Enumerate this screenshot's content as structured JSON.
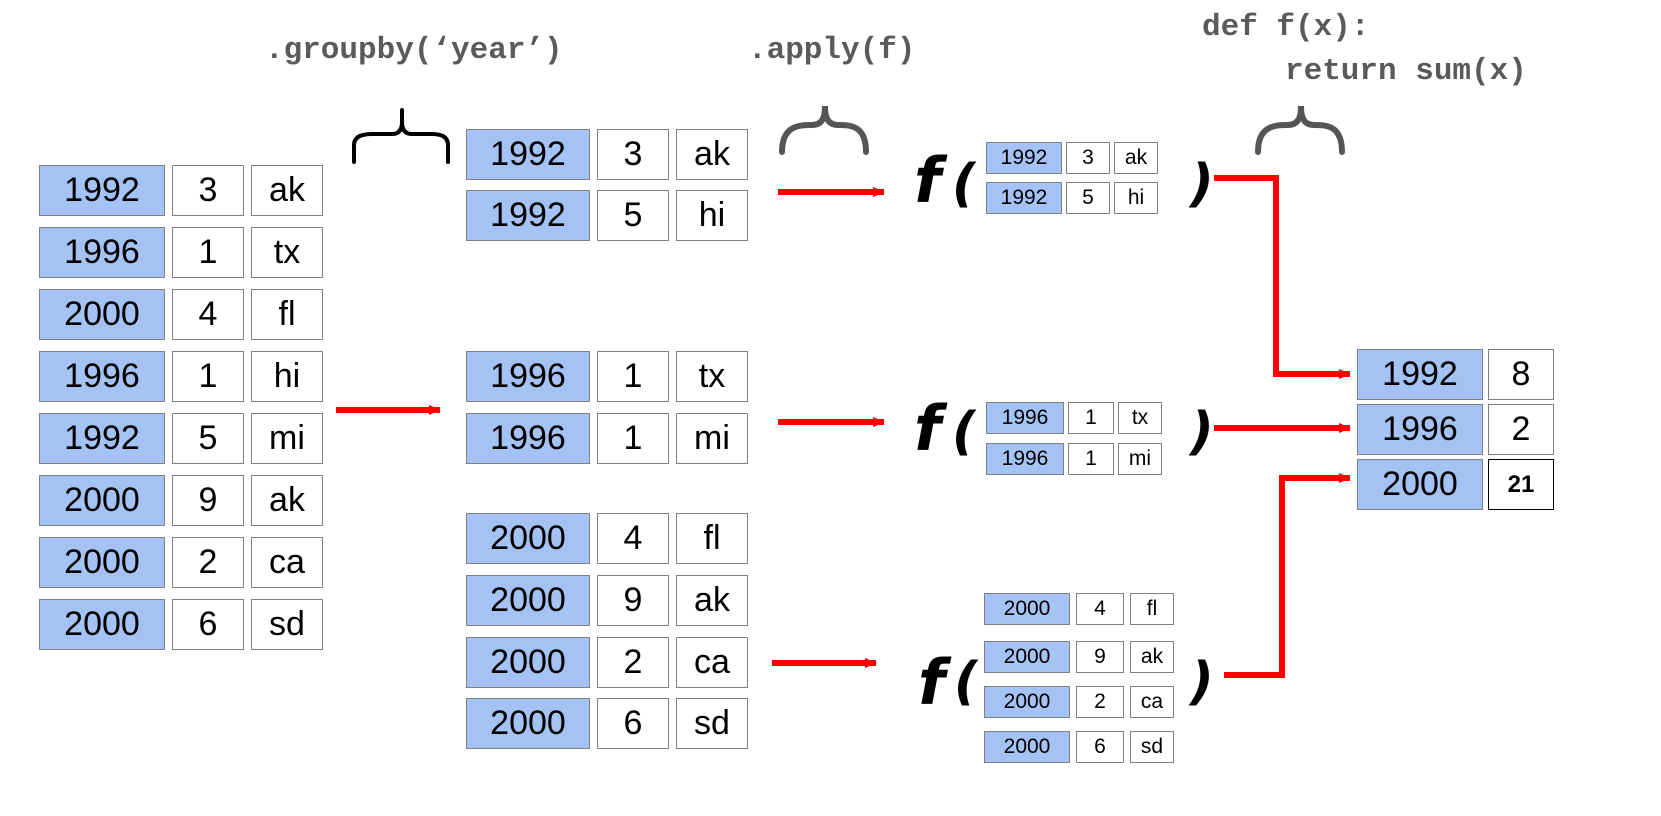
{
  "labels": {
    "groupby": ".groupby(‘year’)",
    "apply": ".apply(f)",
    "def_line1": "def f(x):",
    "def_line2": "return sum(x)",
    "f_symbol": "f",
    "open_paren": "(",
    "close_paren": ")"
  },
  "original_table": [
    [
      "1992",
      "3",
      "ak"
    ],
    [
      "1996",
      "1",
      "tx"
    ],
    [
      "2000",
      "4",
      "fl"
    ],
    [
      "1996",
      "1",
      "hi"
    ],
    [
      "1992",
      "5",
      "mi"
    ],
    [
      "2000",
      "9",
      "ak"
    ],
    [
      "2000",
      "2",
      "ca"
    ],
    [
      "2000",
      "6",
      "sd"
    ]
  ],
  "groups": [
    [
      [
        "1992",
        "3",
        "ak"
      ],
      [
        "1992",
        "5",
        "hi"
      ]
    ],
    [
      [
        "1996",
        "1",
        "tx"
      ],
      [
        "1996",
        "1",
        "mi"
      ]
    ],
    [
      [
        "2000",
        "4",
        "fl"
      ],
      [
        "2000",
        "9",
        "ak"
      ],
      [
        "2000",
        "2",
        "ca"
      ],
      [
        "2000",
        "6",
        "sd"
      ]
    ]
  ],
  "result_table": [
    [
      "1992",
      "8"
    ],
    [
      "1996",
      "2"
    ],
    [
      "2000",
      "21"
    ]
  ],
  "colors": {
    "key_fill": "#a4c2f4",
    "arrow": "#ff0000",
    "code_text": "#5a5a5a",
    "brace": "#555555"
  }
}
